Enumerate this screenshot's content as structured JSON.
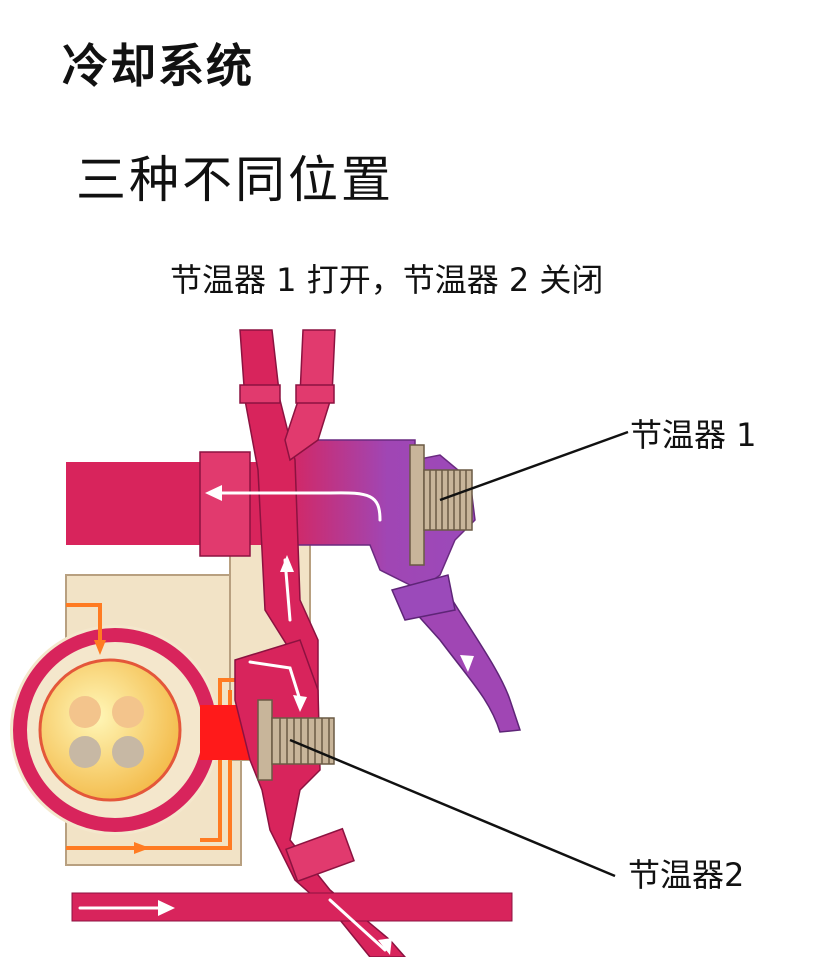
{
  "page": {
    "title": "冷却系统",
    "subtitle": "三种不同位置",
    "caption": "节温器 1 打开，节温器 2 关闭"
  },
  "diagram": {
    "labels": {
      "thermostat_1": "节温器 1",
      "thermostat_2": "节温器2"
    },
    "colors": {
      "coolant_hot": "#d8245c",
      "coolant_warm": "#e13a6e",
      "coolant_bypass": "#a046b4",
      "engine_block": "#f2e3c6",
      "flow_line": "#ff7b22",
      "core_red": "#ff1a1a",
      "core_yellow": "#ffe27a",
      "thread_metal": "#c8b59a"
    }
  }
}
